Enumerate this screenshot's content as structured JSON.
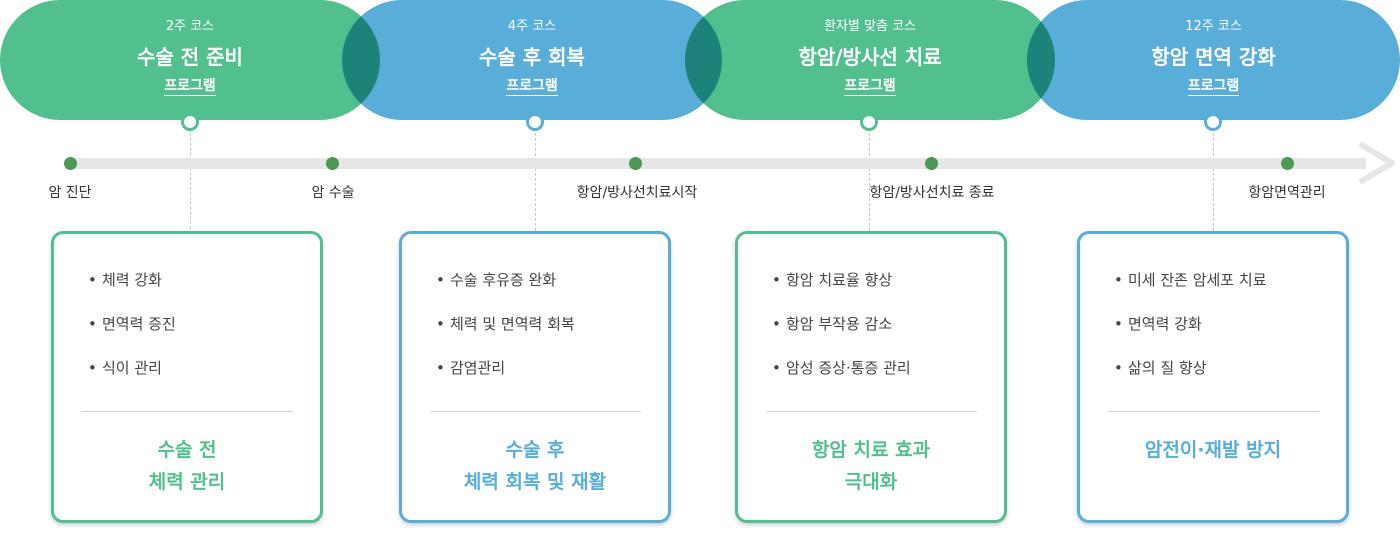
{
  "programs": [
    {
      "sub": "2주 코스",
      "title": "수술 전 준비",
      "prog": "프로그램"
    },
    {
      "sub": "4주 코스",
      "title": "수술 후 회복",
      "prog": "프로그램"
    },
    {
      "sub": "환자별 맞춤 코스",
      "title": "항암/방사선 치료",
      "prog": "프로그램"
    },
    {
      "sub": "12주 코스",
      "title": "항암 면역 강화",
      "prog": "프로그램"
    }
  ],
  "milestones": [
    "암 진단",
    "암 수술",
    "항암/방사선치료시작",
    "항암/방사선치료 종료",
    "항암면역관리"
  ],
  "boxes": [
    {
      "items": [
        "체력 강화",
        "면역력 증진",
        "식이 관리"
      ],
      "goal1": "수술 전",
      "goal2": "체력 관리"
    },
    {
      "items": [
        "수술 후유증 완화",
        "체력 및 면역력 회복",
        "감염관리"
      ],
      "goal1": "수술 후",
      "goal2": "체력 회복 및 재활"
    },
    {
      "items": [
        "항암 치료율 향상",
        "항암 부작용 감소",
        "암성 증상·통증 관리"
      ],
      "goal1": "항암 치료 효과",
      "goal2": "극대화"
    },
    {
      "items": [
        "미세 잔존 암세포 치료",
        "면역력 강화",
        "삶의 질 향상"
      ],
      "goal1": "암전이·재발 방지",
      "goal2": ""
    }
  ],
  "colors": {
    "green": "#52bf8f",
    "blue": "#58aed8",
    "dot": "#4a9a55"
  }
}
